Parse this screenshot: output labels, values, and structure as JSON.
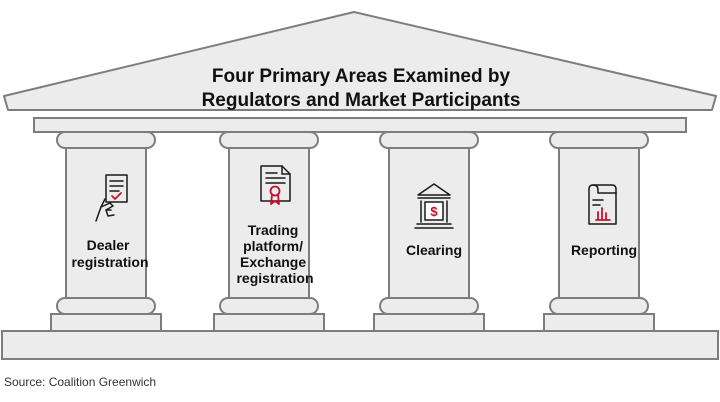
{
  "title": [
    "Four Primary Areas Examined by",
    "Regulators and Market Participants"
  ],
  "pillars": [
    {
      "icon": "hand-document-icon",
      "label": [
        "Dealer",
        "registration"
      ]
    },
    {
      "icon": "certificate-document-icon",
      "label": [
        "Trading",
        "platform/",
        "Exchange",
        "registration"
      ]
    },
    {
      "icon": "bank-dollar-icon",
      "label": [
        "Clearing"
      ]
    },
    {
      "icon": "report-chart-icon",
      "label": [
        "Reporting"
      ]
    }
  ],
  "source": "Source: Coalition Greenwich",
  "colors": {
    "structure_fill": "#ececec",
    "structure_stroke": "#7d7d7d",
    "icon_stroke": "#1a1a1a",
    "accent": "#c8102e"
  }
}
